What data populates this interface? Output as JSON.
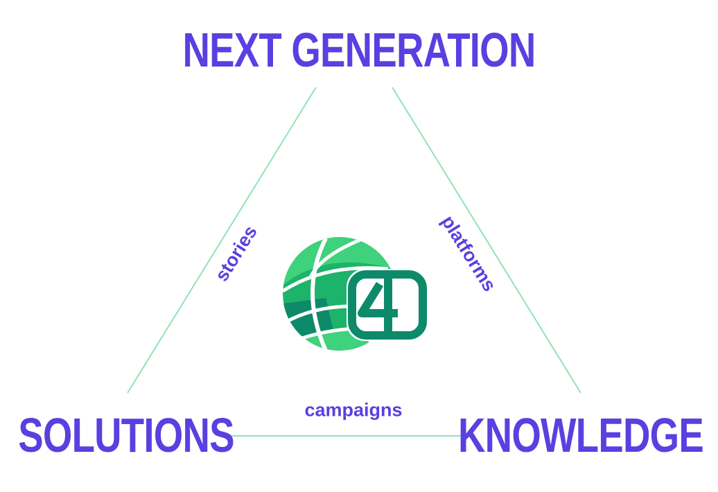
{
  "diagram": {
    "nodes": {
      "top": "NEXT GENERATION",
      "left": "SOLUTIONS",
      "right": "KNOWLEDGE"
    },
    "edges": {
      "left": "stories",
      "right": "platforms",
      "bottom": "campaigns"
    },
    "logo": {
      "icon": "globe-g4-logo-icon"
    }
  },
  "colors": {
    "label_purple": "#5b3fe0",
    "edge_green": "#8fe3b6",
    "logo_dark_green": "#0d8a6a",
    "logo_mid_green": "#1db36a",
    "logo_light_green": "#3fd17c"
  }
}
